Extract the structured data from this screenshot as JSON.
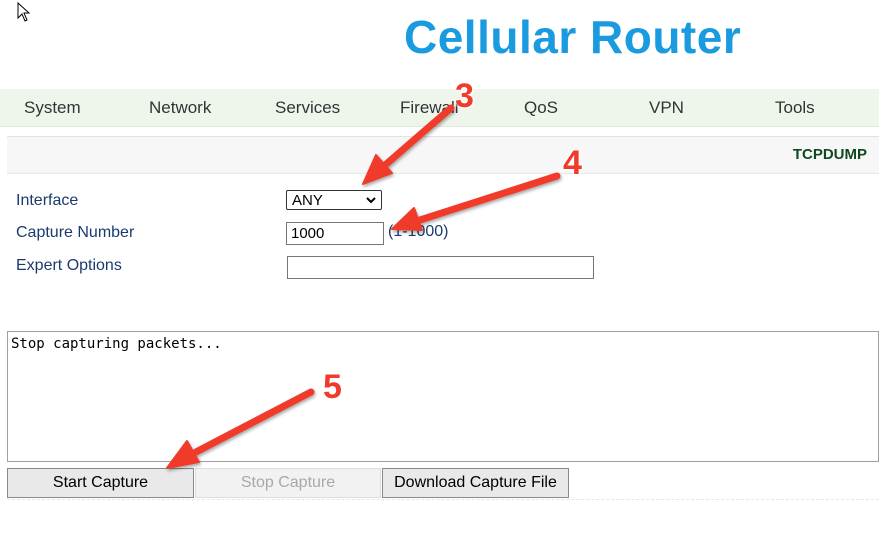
{
  "header": {
    "brand": "Cellular Router"
  },
  "nav": {
    "items": [
      {
        "label": "System"
      },
      {
        "label": "Network"
      },
      {
        "label": "Services"
      },
      {
        "label": "Firewall"
      },
      {
        "label": "QoS"
      },
      {
        "label": "VPN"
      },
      {
        "label": "Tools"
      }
    ]
  },
  "section": {
    "title": "TCPDUMP"
  },
  "form": {
    "interface": {
      "label": "Interface",
      "value": "ANY"
    },
    "capture_number": {
      "label": "Capture Number",
      "value": "1000",
      "hint": "(1-1000)"
    },
    "expert_options": {
      "label": "Expert Options",
      "value": ""
    }
  },
  "log": {
    "text": "Stop capturing packets..."
  },
  "buttons": {
    "start": "Start Capture",
    "stop": "Stop Capture",
    "download": "Download Capture File"
  },
  "annotations": {
    "color": "#f03a2a",
    "labels": [
      "3",
      "4",
      "5"
    ]
  }
}
